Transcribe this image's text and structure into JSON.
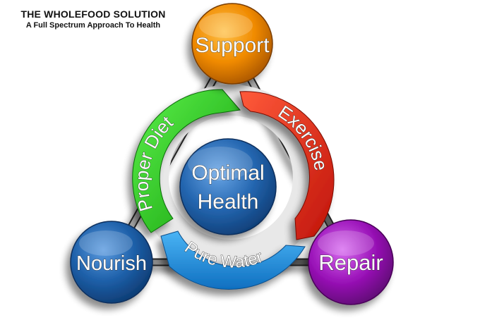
{
  "header": {
    "title": "THE WHOLEFOOD SOLUTION",
    "subtitle": "A Full Spectrum Approach To Health"
  },
  "center": {
    "line1": "Optimal",
    "line2": "Health",
    "color": "#1f5fa8"
  },
  "nodes": [
    {
      "label": "Support",
      "color": "#f08a00"
    },
    {
      "label": "Nourish",
      "color": "#1d5fa8"
    },
    {
      "label": "Repair",
      "color": "#9a12b8"
    }
  ],
  "arrows": [
    {
      "label": "Proper Diet",
      "color": "#22c21a"
    },
    {
      "label": "Exercise",
      "color": "#e0200c"
    },
    {
      "label": "Pure Water",
      "color": "#1a8fe0"
    }
  ]
}
